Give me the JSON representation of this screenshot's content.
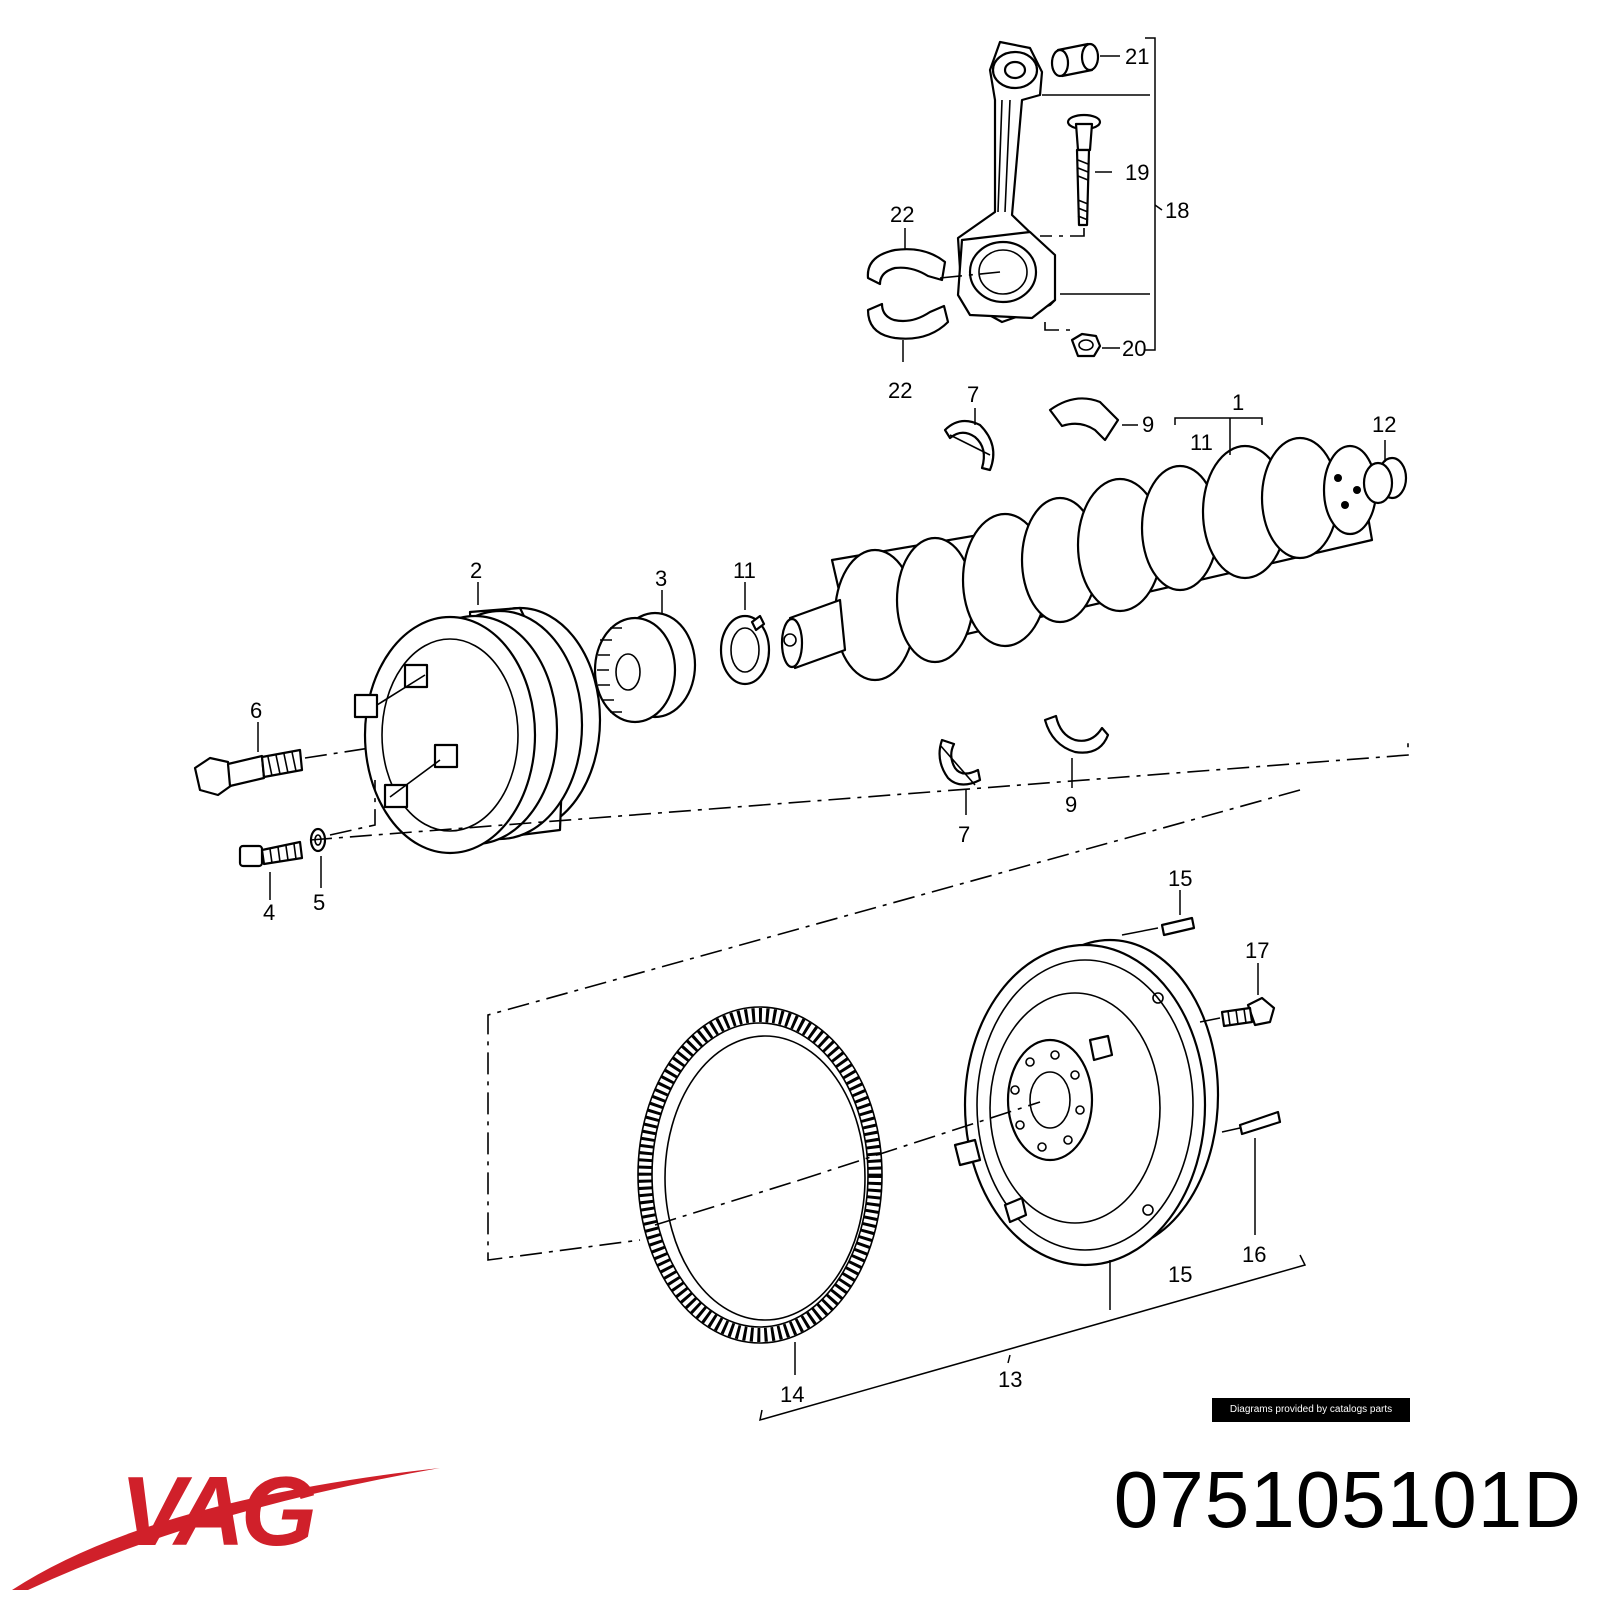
{
  "diagram": {
    "callouts": {
      "c1": "1",
      "c2": "2",
      "c3": "3",
      "c4": "4",
      "c5": "5",
      "c6": "6",
      "c7_top": "7",
      "c7_bottom": "7",
      "c9_top": "9",
      "c9_bottom": "9",
      "c11_shaft": "11",
      "c11_washer": "11",
      "c12": "12",
      "c13": "13",
      "c14": "14",
      "c15_pin": "15",
      "c15_flywheel": "15",
      "c16": "16",
      "c17": "17",
      "c18": "18",
      "c19": "19",
      "c20": "20",
      "c21": "21",
      "c22_top": "22",
      "c22_bottom": "22"
    }
  },
  "credit": "Diagrams provided by catalogs parts",
  "brand": {
    "logo_text": "VAG",
    "logo_color": "#d0202a"
  },
  "part_number": "075105101D"
}
